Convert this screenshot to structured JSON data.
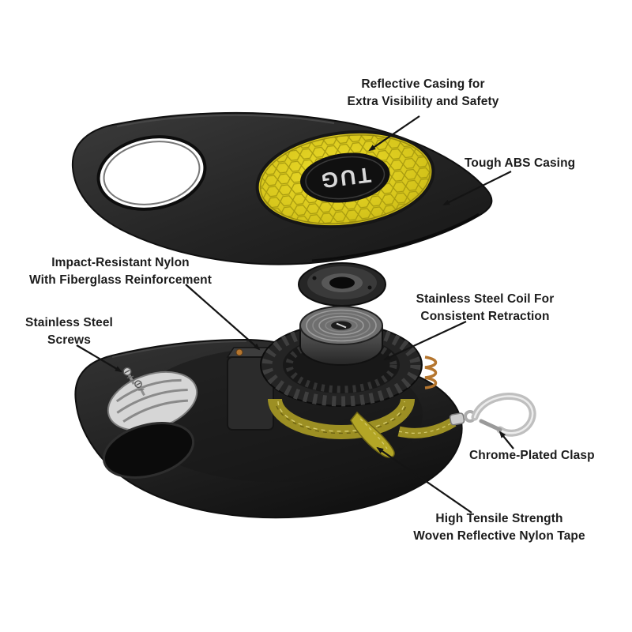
{
  "brand": "TUG",
  "product": "Retractable leash exploded-view diagram",
  "labels": {
    "reflective": {
      "text": "Reflective Casing for\nExtra Visibility and Safety"
    },
    "abs": {
      "text": "Tough ABS Casing"
    },
    "nylon": {
      "text": "Impact-Resistant Nylon\nWith Fiberglass Reinforcement"
    },
    "coil": {
      "text": "Stainless Steel Coil For\nConsistent Retraction"
    },
    "screws": {
      "text": "Stainless Steel\nScrews"
    },
    "clasp": {
      "text": "Chrome-Plated Clasp"
    },
    "tape": {
      "text": "High Tensile Strength\nWoven Reflective Nylon Tape"
    }
  },
  "colors": {
    "background": "#ffffff",
    "casing": "#262626",
    "reflective_disc": "#d9c81d",
    "tape": "#9c8f23",
    "chrome": "#c4c4c4",
    "copper": "#b5762f",
    "label_text": "#1c1c1c",
    "arrow": "#141414"
  }
}
